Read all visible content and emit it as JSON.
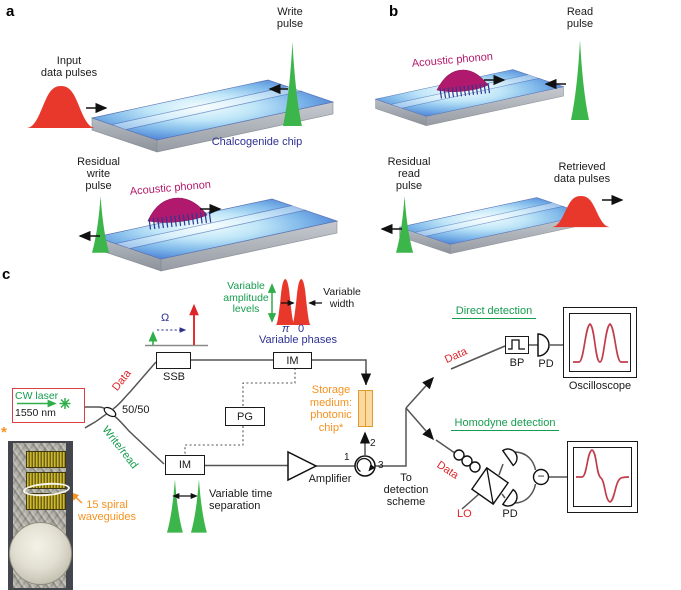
{
  "colors": {
    "pulse_red": "#e8382c",
    "pulse_green": "#3cb54a",
    "phonon_magenta": "#b5186b",
    "label_blue": "#2e3192",
    "label_green": "#169c4f",
    "label_orange": "#f6921e",
    "label_red": "#df2429",
    "waveform_red": "#c03e4c",
    "chip_blue": "#4a7fd4"
  },
  "panel_a": {
    "letter": "a",
    "write_pulse": "Write\npulse",
    "input_data": "Input\ndata pulses",
    "chip": "Chalcogenide chip",
    "residual": "Residual\nwrite\npulse",
    "phonon": "Acoustic phonon"
  },
  "panel_b": {
    "letter": "b",
    "read_pulse": "Read\npulse",
    "phonon": "Acoustic phonon",
    "residual": "Residual\nread\npulse",
    "retrieved": "Retrieved\ndata pulses"
  },
  "c": {
    "letter": "c",
    "laser": {
      "name": "CW laser",
      "wavelength": "1550 nm"
    },
    "splitter": "50/50",
    "branch_data": "Data",
    "branch_writeread": "Write/read",
    "ssb": "SSB",
    "im_top": "IM",
    "im_bottom": "IM",
    "pg": "PG",
    "amplifier": "Amplifier",
    "omega": "Ω",
    "variable_amplitude": "Variable\namplitude\nlevels",
    "variable_width": "Variable\nwidth",
    "phase_pi": "π",
    "phase_zero": "0",
    "variable_phases": "Variable phases",
    "variable_time": "Variable time\nseparation",
    "storage": "Storage\nmedium:\nphotonic\nchip*",
    "ports": {
      "p1": "1",
      "p2": "2",
      "p3": "3"
    },
    "to_detection": "To\ndetection\nscheme",
    "direct": {
      "title": "Direct detection",
      "data": "Data",
      "bp": "BP",
      "pd": "PD",
      "scope": "Oscilloscope"
    },
    "homodyne": {
      "title": "Homodyne detection",
      "data": "Data",
      "lo": "LO",
      "pd": "PD",
      "minus": "−"
    },
    "photo": {
      "asterisk": "*",
      "caption": "15 spiral\nwaveguides"
    }
  }
}
